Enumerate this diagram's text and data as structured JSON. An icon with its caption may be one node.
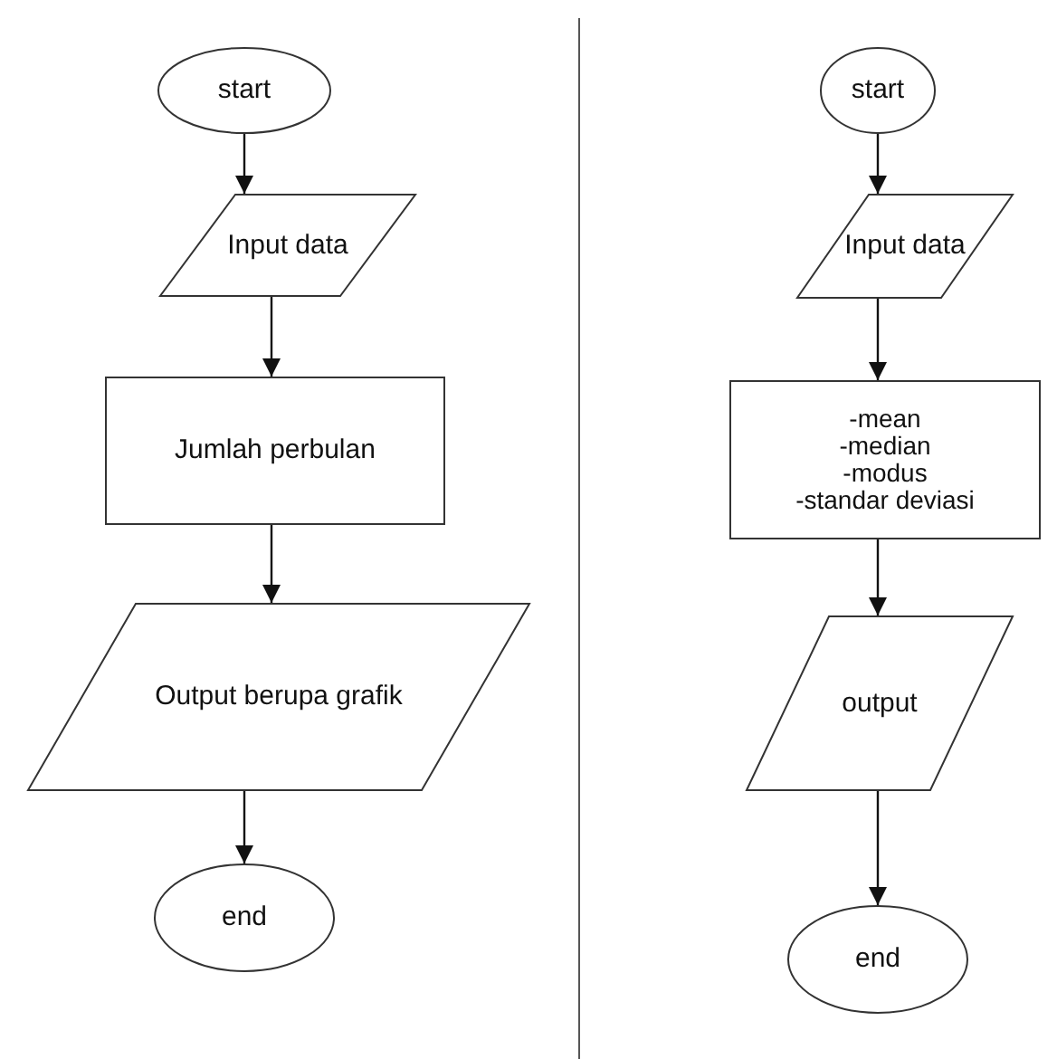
{
  "diagram": {
    "nodes": [
      {
        "text": [
          "start"
        ]
      },
      {
        "text": [
          "Input data"
        ]
      },
      {
        "text": [
          "Jumlah perbulan"
        ]
      },
      {
        "text": [
          "Output berupa grafik"
        ]
      },
      {
        "text": [
          "end"
        ]
      },
      {
        "text": [
          "start"
        ]
      },
      {
        "text": [
          "Input data"
        ]
      },
      {
        "text": [
          "-mean",
          "-median",
          "-modus",
          "-standar deviasi"
        ]
      },
      {
        "text": [
          "output"
        ]
      },
      {
        "text": [
          "end"
        ]
      }
    ],
    "edges": [
      {
        "from": 0,
        "to": 1,
        "arrow": "to"
      },
      {
        "from": 1,
        "to": 2,
        "arrow": "to"
      },
      {
        "from": 2,
        "to": 3,
        "arrow": "to"
      },
      {
        "from": 3,
        "to": 4,
        "arrow": "to"
      },
      {
        "from": 5,
        "to": 6,
        "arrow": "to"
      },
      {
        "from": 6,
        "to": 7,
        "arrow": "to"
      },
      {
        "from": 7,
        "to": 8,
        "arrow": "to"
      },
      {
        "from": 8,
        "to": 9,
        "arrow": "to"
      }
    ]
  }
}
